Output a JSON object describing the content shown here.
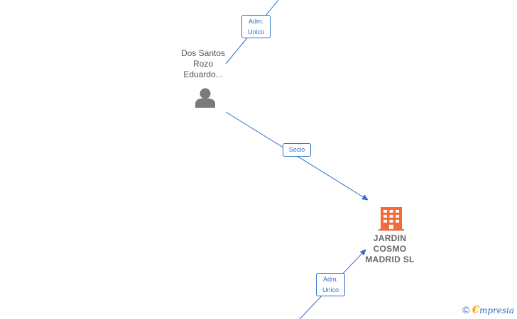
{
  "nodes": {
    "person": {
      "label": "Dos Santos\nRozo\nEduardo...",
      "icon": "person-icon"
    },
    "company": {
      "label": "JARDIN\nCOSMO\nMADRID  SL",
      "icon": "building-icon"
    }
  },
  "edges": {
    "top": {
      "label": "Adm.\nUnico"
    },
    "middle": {
      "label": "Socio"
    },
    "bottom": {
      "label": "Adm.\nUnico"
    }
  },
  "watermark": {
    "copyright": "©",
    "brand_initial": "€",
    "brand_rest": "mpresia"
  },
  "colors": {
    "edge": "#2f6fc4",
    "person_icon": "#7a7a7a",
    "company_icon": "#f26b3a"
  }
}
